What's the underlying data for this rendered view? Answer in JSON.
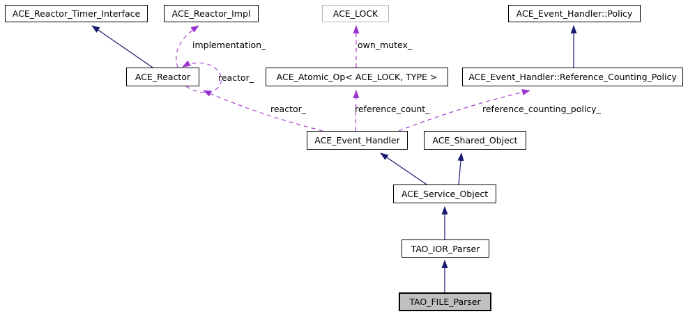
{
  "diagram": {
    "kind": "collaboration-class-diagram",
    "focus_node": "TAO_FILE_Parser",
    "colors": {
      "inheritance_edge": "#191970",
      "usage_edge": "#9a32cd",
      "focus_node_fill": "#c0c0c0",
      "external_node_border": "#b4b4b4",
      "background": "#ffffff",
      "node_border": "#000000",
      "text": "#000000"
    },
    "nodes": [
      {
        "id": "ace-reactor-timer-interface",
        "label": "ACE_Reactor_Timer_Interface"
      },
      {
        "id": "ace-reactor-impl",
        "label": "ACE_Reactor_Impl"
      },
      {
        "id": "ace-lock",
        "label": "ACE_LOCK"
      },
      {
        "id": "ace-event-handler-policy",
        "label": "ACE_Event_Handler::Policy"
      },
      {
        "id": "ace-reactor",
        "label": "ACE_Reactor"
      },
      {
        "id": "ace-atomic-op",
        "label": "ACE_Atomic_Op< ACE_LOCK, TYPE >"
      },
      {
        "id": "ace-event-handler-reference-counting-policy",
        "label": "ACE_Event_Handler::Reference_Counting_Policy"
      },
      {
        "id": "ace-event-handler",
        "label": "ACE_Event_Handler"
      },
      {
        "id": "ace-shared-object",
        "label": "ACE_Shared_Object"
      },
      {
        "id": "ace-service-object",
        "label": "ACE_Service_Object"
      },
      {
        "id": "tao-ior-parser",
        "label": "TAO_IOR_Parser"
      },
      {
        "id": "tao-file-parser",
        "label": "TAO_FILE_Parser"
      }
    ],
    "edge_labels": [
      {
        "id": "implementation",
        "text": "implementation_"
      },
      {
        "id": "own-mutex",
        "text": "own_mutex_"
      },
      {
        "id": "reactor-self",
        "text": "reactor_"
      },
      {
        "id": "reactor",
        "text": "reactor_"
      },
      {
        "id": "reference-count",
        "text": "reference_count_"
      },
      {
        "id": "reference-counting-policy",
        "text": "reference_counting_policy_"
      }
    ]
  }
}
